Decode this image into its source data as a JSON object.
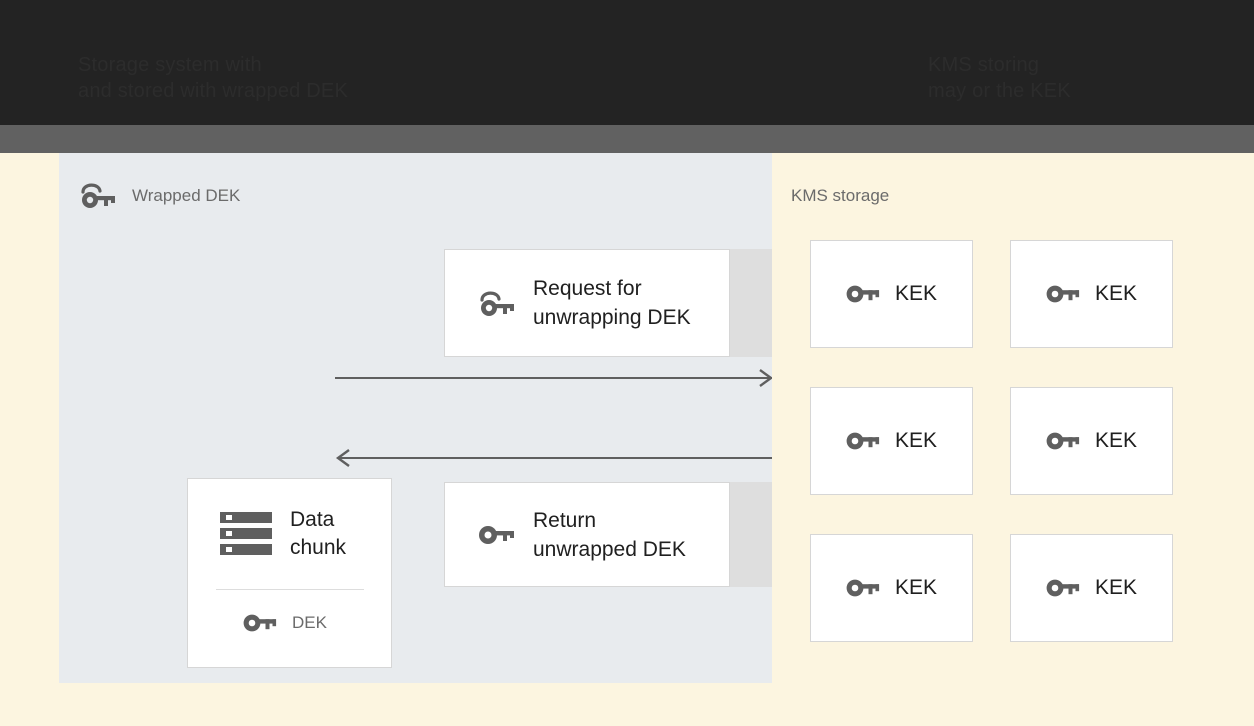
{
  "header": {
    "title_left": "Storage system with\nand stored with wrapped DEK",
    "title_right": "KMS storing\nmay or the KEK",
    "bar_color": "#232323",
    "subbar_color": "#616161"
  },
  "page": {
    "background_color": "#fcf5e0"
  },
  "client_panel": {
    "label": "Wrapped DEK",
    "label_icon": "wrapped-key-icon",
    "background_color": "#e8ebee",
    "data_chunk_card": {
      "icon": "storage-icon",
      "title": "Data\nchunk",
      "key_icon": "key-icon",
      "key_label": "DEK"
    },
    "messages": [
      {
        "id": "request",
        "icon": "wrapped-key-icon",
        "text": "Request for\nunwrapping DEK",
        "tail_color": "#dedede"
      },
      {
        "id": "return",
        "icon": "key-icon",
        "text": "Return\nunwrapped DEK",
        "tail_color": "#dedede"
      }
    ],
    "arrows": [
      {
        "id": "to-kms",
        "direction": "right",
        "color": "#5f5f5f"
      },
      {
        "id": "from-kms",
        "direction": "left",
        "color": "#5f5f5f"
      }
    ]
  },
  "kms_panel": {
    "label": "KMS storage",
    "background_color": "#fcf5e0",
    "keys": [
      {
        "icon": "key-icon",
        "label": "KEK"
      },
      {
        "icon": "key-icon",
        "label": "KEK"
      },
      {
        "icon": "key-icon",
        "label": "KEK"
      },
      {
        "icon": "key-icon",
        "label": "KEK"
      },
      {
        "icon": "key-icon",
        "label": "KEK"
      },
      {
        "icon": "key-icon",
        "label": "KEK"
      }
    ]
  }
}
